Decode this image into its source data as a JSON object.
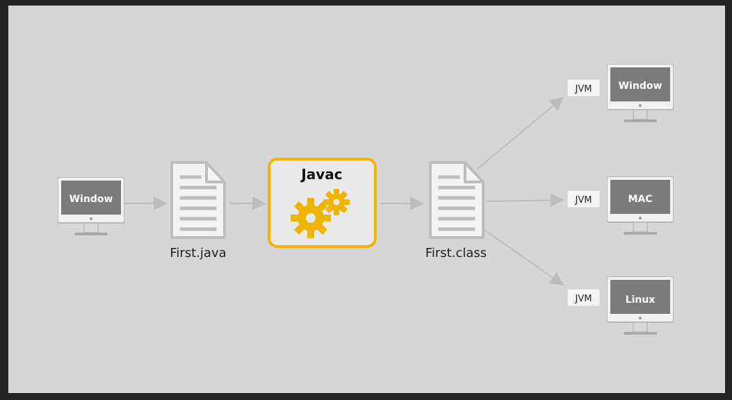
{
  "source_monitor": {
    "label": "Window"
  },
  "source_file": {
    "label": "First.java"
  },
  "compiler": {
    "label": "Javac"
  },
  "bytecode_file": {
    "label": "First.class"
  },
  "targets": [
    {
      "jvm_label": "JVM",
      "os_label": "Window"
    },
    {
      "jvm_label": "JVM",
      "os_label": "MAC"
    },
    {
      "jvm_label": "JVM",
      "os_label": "Linux"
    }
  ],
  "colors": {
    "background": "#d6d6d6",
    "frame": "#222426",
    "monitor_screen": "#7b7b7b",
    "monitor_body": "#e6e6e6",
    "compiler_border": "#f0b400",
    "gear": "#f0b400",
    "arrow": "#b8b8b8"
  },
  "icons": [
    "monitor-icon",
    "document-icon",
    "gears-icon",
    "arrow-icon"
  ]
}
